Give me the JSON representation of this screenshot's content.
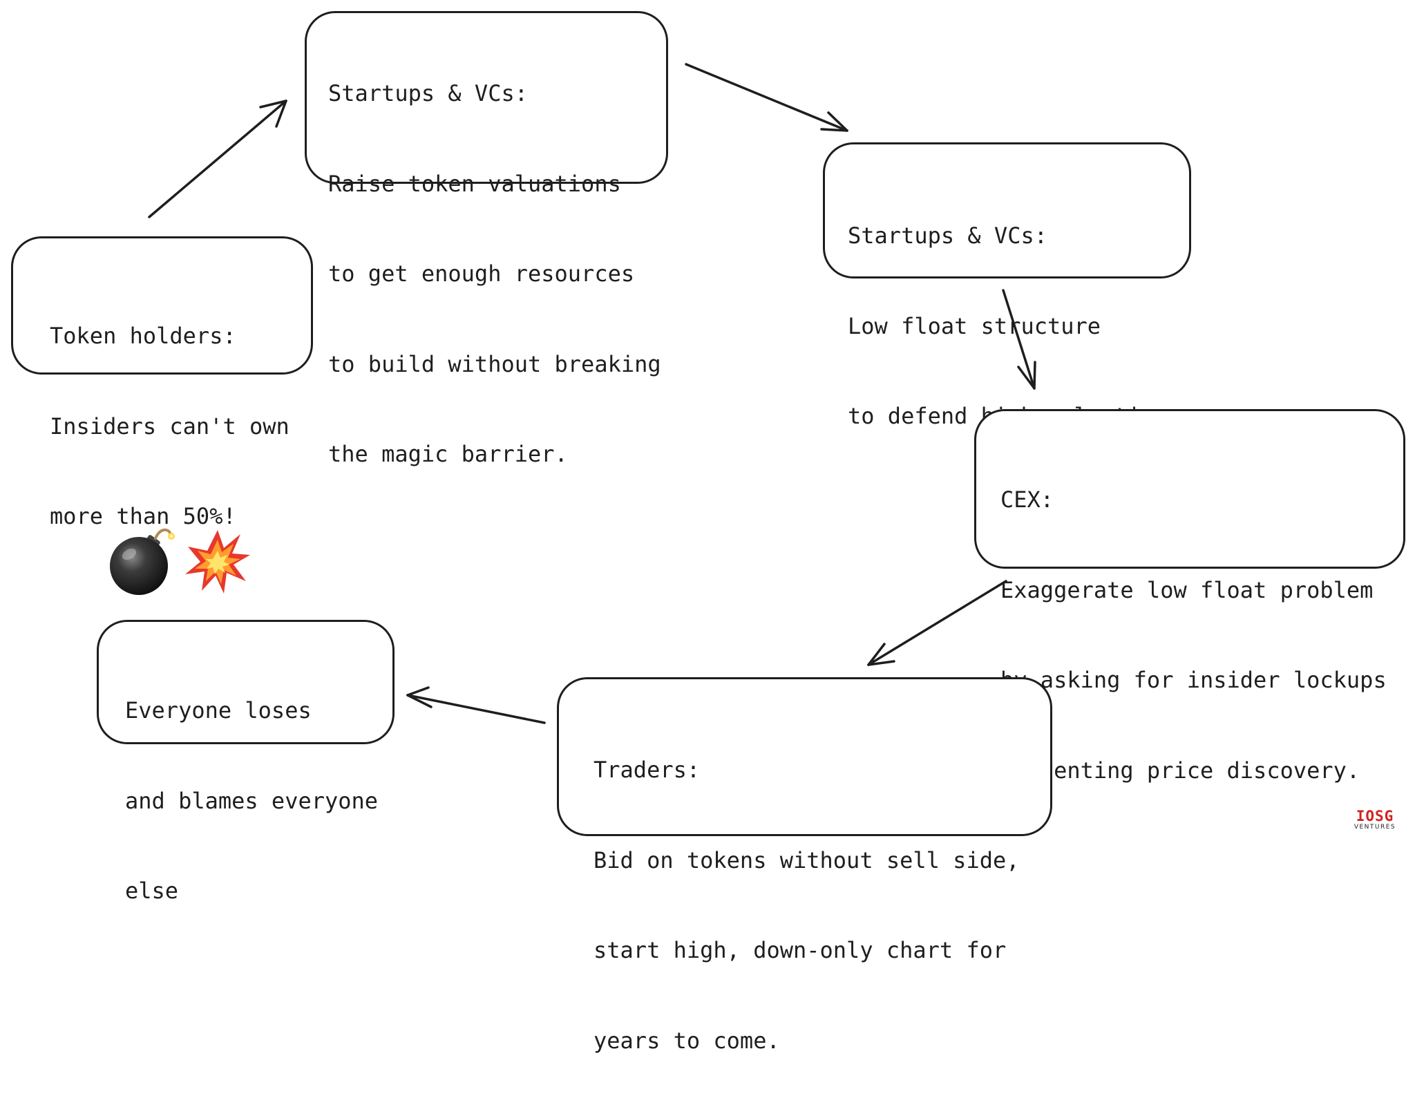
{
  "colors": {
    "stroke": "#1e1e1e",
    "background": "#ffffff",
    "brand": "#d42020"
  },
  "nodes": [
    {
      "id": "token-holders",
      "lines": [
        "Token holders:",
        "Insiders can't own",
        "more than 50%!"
      ]
    },
    {
      "id": "startups-vcs-raise",
      "lines": [
        "Startups & VCs:",
        "Raise token valuations",
        "to get enough resources",
        "to build without breaking",
        "the magic barrier."
      ]
    },
    {
      "id": "startups-vcs-float",
      "lines": [
        "Startups & VCs:",
        "Low float structure",
        "to defend high valuation."
      ]
    },
    {
      "id": "cex",
      "lines": [
        "CEX:",
        "Exaggerate low float problem",
        "by asking for insider lockups",
        "preventing price discovery."
      ]
    },
    {
      "id": "traders",
      "lines": [
        "Traders:",
        "Bid on tokens without sell side,",
        "start high, down-only chart for",
        "years to come."
      ]
    },
    {
      "id": "everyone-loses",
      "lines": [
        "Everyone loses",
        "and blames everyone",
        "else"
      ]
    }
  ],
  "edges": [
    {
      "from": "token-holders",
      "to": "startups-vcs-raise"
    },
    {
      "from": "startups-vcs-raise",
      "to": "startups-vcs-float"
    },
    {
      "from": "startups-vcs-float",
      "to": "cex"
    },
    {
      "from": "cex",
      "to": "traders"
    },
    {
      "from": "traders",
      "to": "everyone-loses"
    }
  ],
  "decorations": {
    "emoji": [
      "bomb-icon",
      "explosion-icon"
    ]
  },
  "logo": {
    "mark": "IOSG",
    "sub": "VENTURES"
  }
}
